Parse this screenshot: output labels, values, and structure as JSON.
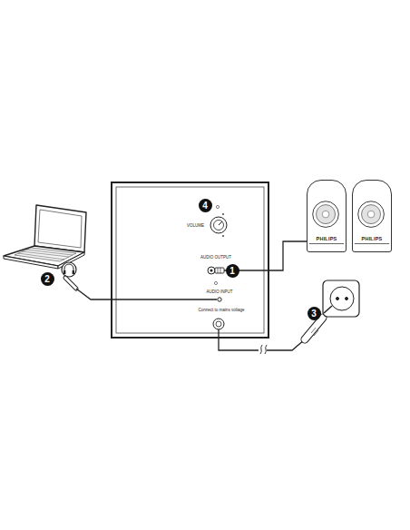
{
  "diagram": {
    "nodes": [
      {
        "text": [
          "VOLUME",
          "AUDIO OUTPUT",
          "AUDIO INPUT",
          "Connect to mains voltage"
        ]
      },
      {
        "text": [
          "PHILIPS"
        ]
      },
      {
        "text": [
          "PHILIPS"
        ]
      }
    ],
    "edges": [
      {
        "from": 0,
        "to": 1,
        "arrow": "none"
      }
    ],
    "labels": [
      "4",
      "1",
      "2",
      "3"
    ]
  }
}
